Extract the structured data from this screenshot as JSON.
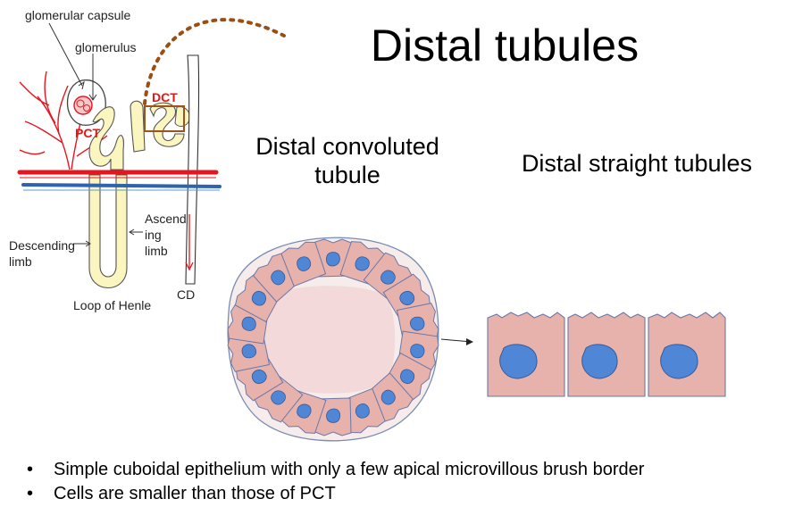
{
  "title": "Distal tubules",
  "headings": {
    "distal_convoluted": [
      "Distal convoluted",
      "tubule"
    ],
    "distal_straight": "Distal straight tubules"
  },
  "nephron_labels": {
    "glomerular_capsule": "glomerular capsule",
    "glomerulus": "glomerulus",
    "dct": "DCT",
    "pct": "PCT",
    "descending_limb": [
      "Descending",
      "limb"
    ],
    "ascending_limb": [
      "Ascend",
      "ing",
      "limb"
    ],
    "cd": "CD",
    "loop_of_henle": "Loop of Henle"
  },
  "bullets": [
    "Simple cuboidal epithelium with only a few apical microvillous brush border",
    "Cells are smaller than those of PCT"
  ],
  "colors": {
    "cell_fill": "#e8b2ac",
    "nucleus_fill": "#4f86d6",
    "lumen_fill": "#f3d9d9",
    "tubule_fill": "#fbf5bf",
    "vessel_red": "#e8141e",
    "vessel_blue": "#2e63b0",
    "dotted_brown": "#9a4e12",
    "box_brown": "#a0521c"
  }
}
